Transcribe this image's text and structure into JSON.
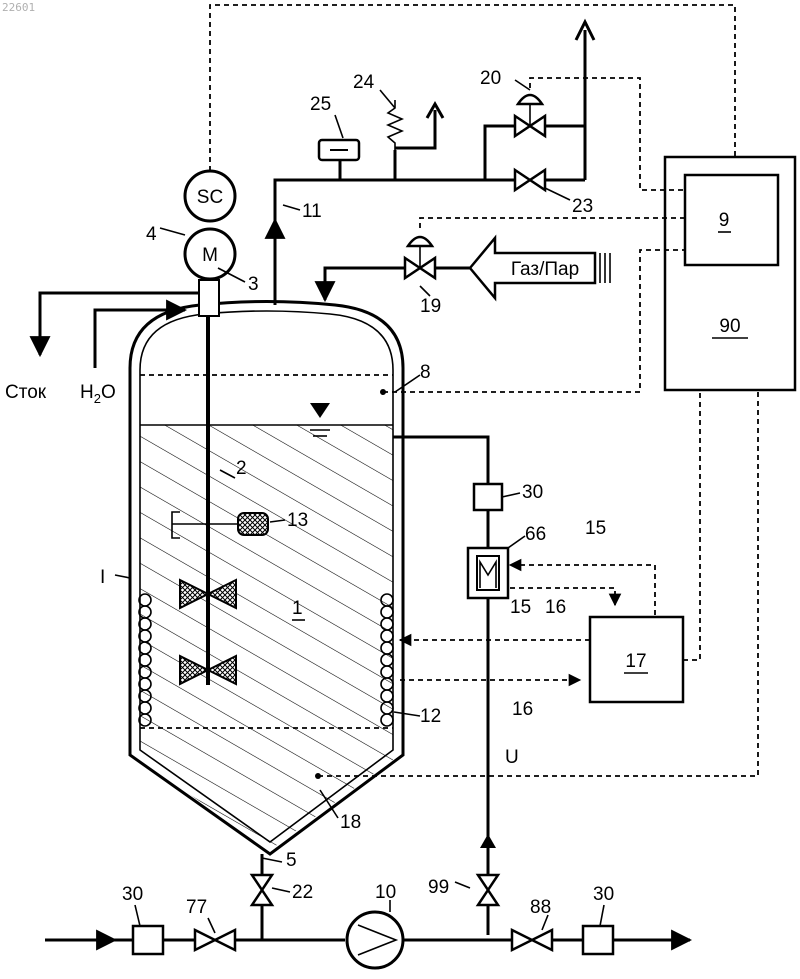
{
  "watermark": "22601",
  "labels": {
    "stock": "Сток",
    "water": "H2O",
    "water_base": "H",
    "water_sub": "2",
    "water_tail": "O",
    "gas_steam": "Газ/Пар",
    "sc": "SC",
    "motor": "M",
    "n1": "1",
    "n2": "2",
    "n3": "3",
    "n4": "4",
    "n5": "5",
    "n8": "8",
    "n9": "9",
    "n10": "10",
    "n11": "11",
    "n12": "12",
    "n13": "13",
    "n15a": "15",
    "n15b": "15",
    "n16a": "16",
    "n16b": "16",
    "n17": "17",
    "n18": "18",
    "n19": "19",
    "n20": "20",
    "n22": "22",
    "n23": "23",
    "n24": "24",
    "n25": "25",
    "n30a": "30",
    "n30b": "30",
    "n30c": "30",
    "n66": "66",
    "n77": "77",
    "n88": "88",
    "n90": "90",
    "n99": "99",
    "insulation": "I",
    "line_u": "U"
  }
}
